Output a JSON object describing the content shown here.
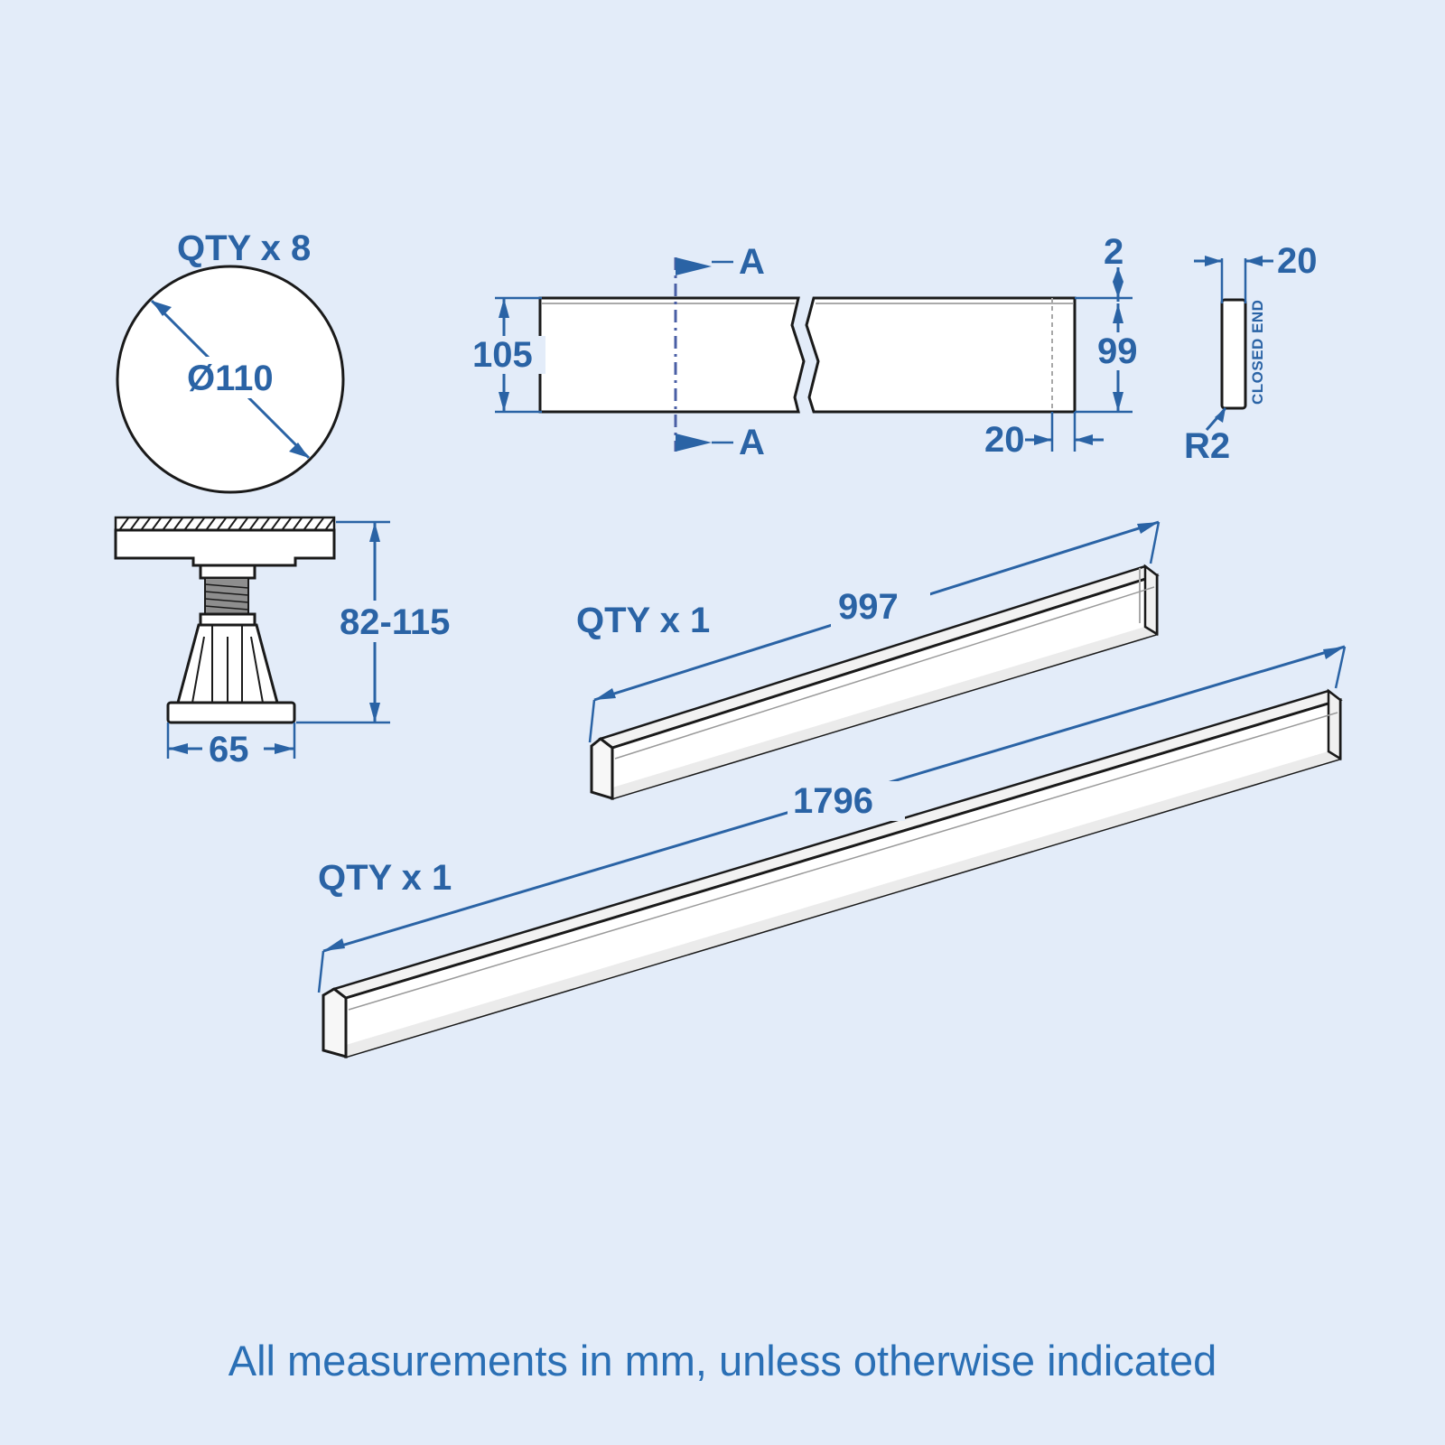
{
  "sheet": {
    "background_color": "#e3ecf9",
    "dimension_color": "#2a63a5",
    "part_outline_color": "#1a1a1a",
    "footer_note": "All measurements in mm, unless otherwise indicated"
  },
  "views": {
    "cap_plan": {
      "qty_label": "QTY x 8",
      "diameter_label": "Ø110",
      "diameter_value": 110
    },
    "leg_elevation": {
      "height_label": "82-115",
      "height_min": 82,
      "height_max": 115,
      "base_width_label": "65",
      "base_width_value": 65
    },
    "panel_section": {
      "height_label": "105",
      "height_value": 105,
      "inner_height_label": "99",
      "inner_height_value": 99,
      "lip_label": "2",
      "lip_value": 2,
      "end_offset_label": "20",
      "end_offset_value": 20,
      "section_mark_top": "A",
      "section_mark_bottom": "A"
    },
    "closed_end_detail": {
      "width_label": "20",
      "width_value": 20,
      "radius_label": "R2",
      "radius_value": 2,
      "note": "CLOSED END"
    },
    "panel_997": {
      "qty_label": "QTY x 1",
      "length_label": "997",
      "length_value": 997
    },
    "panel_1796": {
      "qty_label": "QTY x 1",
      "length_label": "1796",
      "length_value": 1796
    }
  }
}
